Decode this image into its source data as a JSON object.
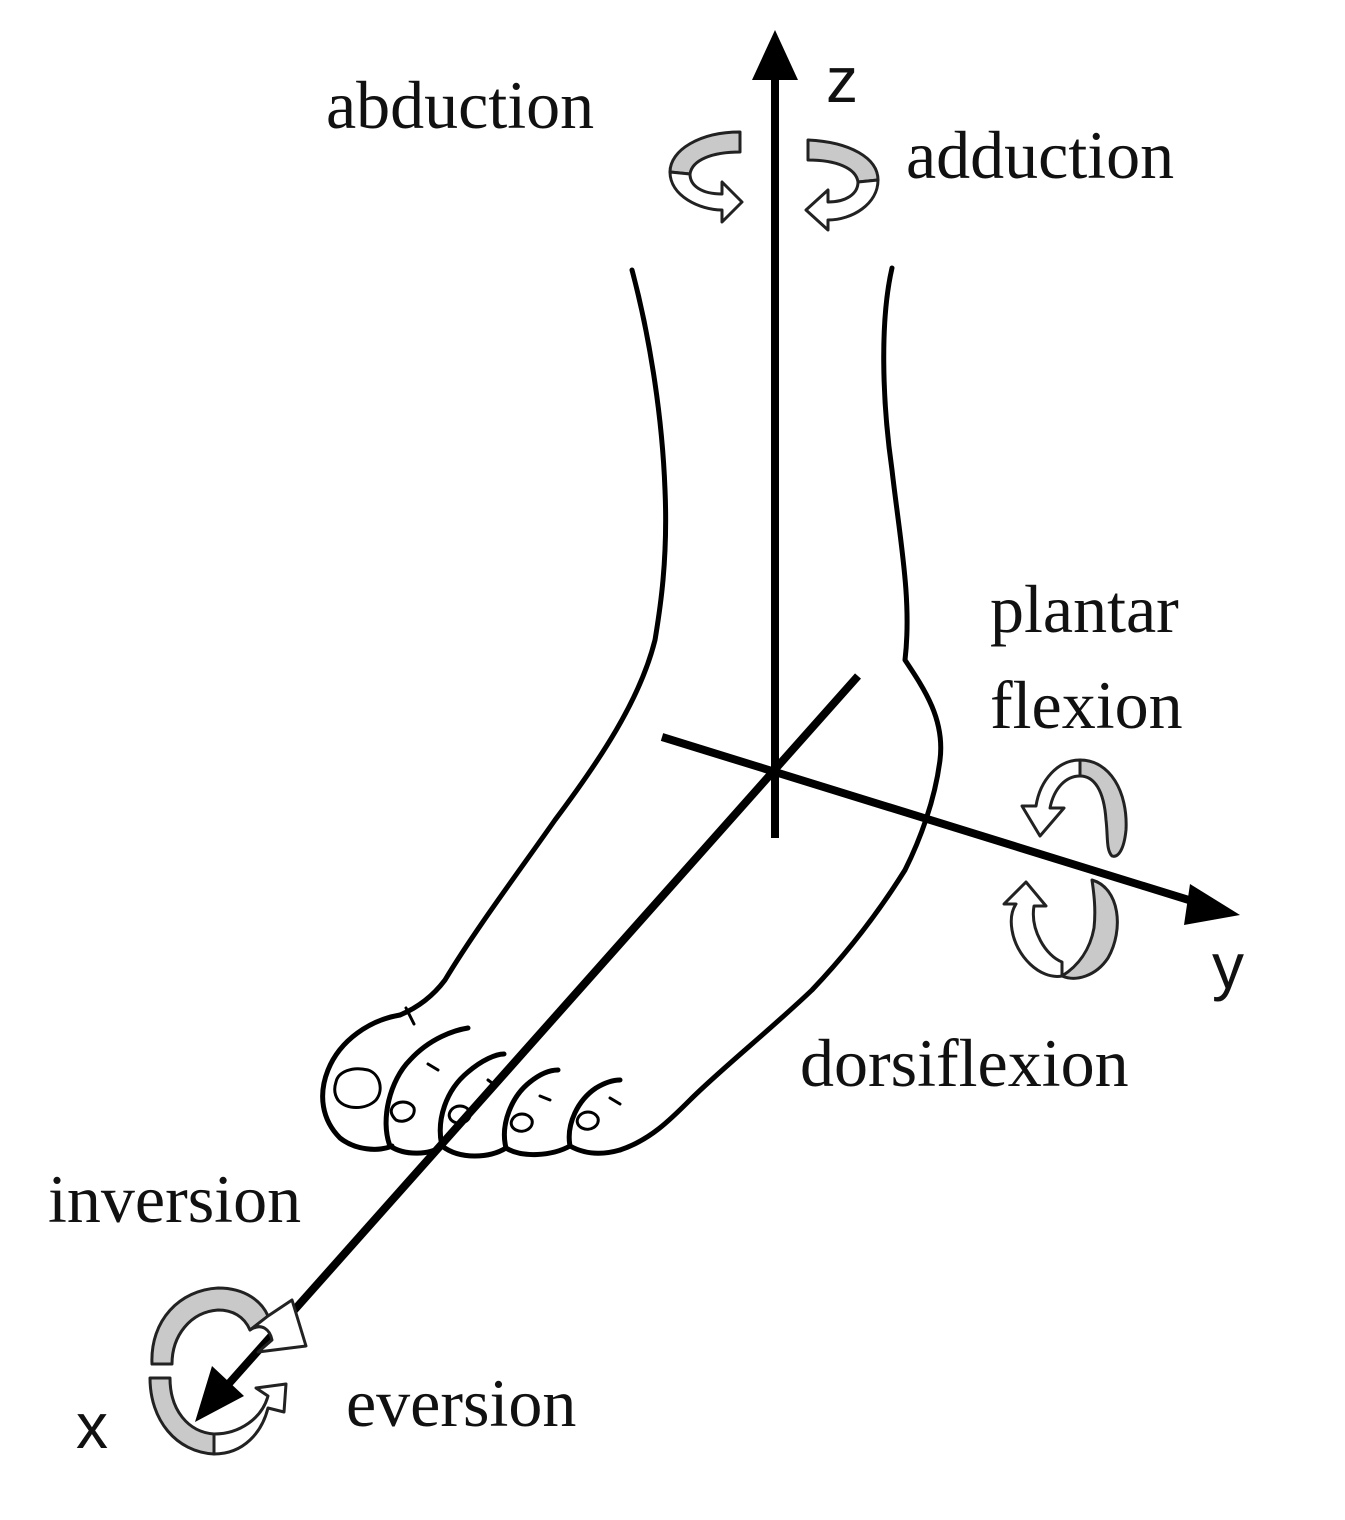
{
  "axes": {
    "z": "z",
    "y": "y",
    "x": "x"
  },
  "motions": {
    "abduction": "abduction",
    "adduction": "adduction",
    "plantar_flexion_line1": "plantar",
    "plantar_flexion_line2": "flexion",
    "dorsiflexion": "dorsiflexion",
    "inversion": "inversion",
    "eversion": "eversion"
  },
  "colors": {
    "line": "#000000",
    "rotation_arrow_fill": "#c9c9c9",
    "background": "#ffffff"
  },
  "icons": {
    "rotation_arrow": "curved-rotation-arrow-icon"
  }
}
